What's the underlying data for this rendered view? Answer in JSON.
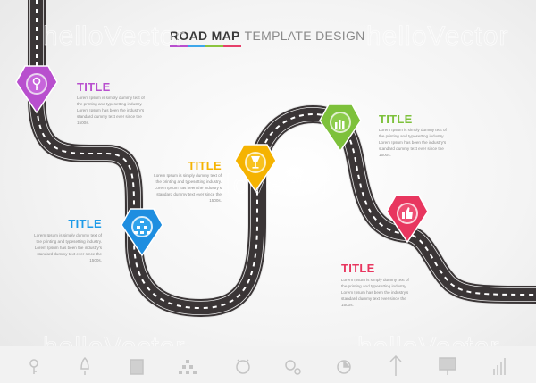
{
  "header": {
    "title_bold": "ROAD MAP",
    "title_light": "TEMPLATE DESIGN",
    "underline_colors": [
      "#b84fce",
      "#3ea7ea",
      "#8cc43f",
      "#e6406a"
    ]
  },
  "watermark": {
    "text": "helloVector"
  },
  "milestones": [
    {
      "id": 1,
      "title": "TITLE",
      "color": "#b84fce",
      "icon": "magnifier-key-icon",
      "text": "Lorem Ipsum is simply dummy text of the printing and typesetting industry. Lorem Ipsum has been the industry's standard dummy text ever since the 1500s."
    },
    {
      "id": 2,
      "title": "TITLE",
      "color": "#1e8ee0",
      "icon": "hierarchy-icon",
      "text": "Lorem Ipsum is simply dummy text of the printing and typesetting industry. Lorem Ipsum has been the industry's standard dummy text ever since the 1500s."
    },
    {
      "id": 3,
      "title": "TITLE",
      "color": "#f5b301",
      "icon": "trophy-icon",
      "text": "Lorem Ipsum is simply dummy text of the printing and typesetting industry. Lorem Ipsum has been the industry's standard dummy text ever since the 1500s."
    },
    {
      "id": 4,
      "title": "TITLE",
      "color": "#7dc13b",
      "icon": "bar-chart-icon",
      "text": "Lorem Ipsum is simply dummy text of the printing and typesetting industry. Lorem Ipsum has been the industry's standard dummy text ever since the 1500s."
    },
    {
      "id": 5,
      "title": "TITLE",
      "color": "#e8365f",
      "icon": "thumbs-up-icon",
      "text": "Lorem Ipsum is simply dummy text of the printing and typesetting industry. Lorem Ipsum has been the industry's standard dummy text ever since the 1500s."
    }
  ],
  "bottom_icons": [
    "magnifier-key-icon",
    "rocket-icon",
    "document-icon",
    "hierarchy-icon",
    "alarm-clock-icon",
    "gears-icon",
    "pie-chart-icon",
    "growth-arrow-icon",
    "presentation-board-icon",
    "bar-chart-icon"
  ]
}
